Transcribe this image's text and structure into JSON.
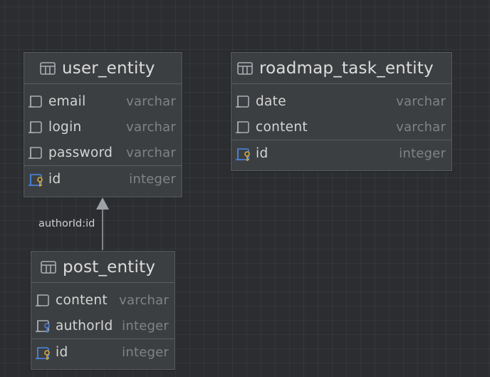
{
  "entities": {
    "user_entity": {
      "title": "user_entity",
      "columns": [
        {
          "name": "email",
          "type": "varchar"
        },
        {
          "name": "login",
          "type": "varchar"
        },
        {
          "name": "password",
          "type": "varchar"
        }
      ],
      "pk": {
        "name": "id",
        "type": "integer"
      }
    },
    "roadmap_task_entity": {
      "title": "roadmap_task_entity",
      "columns": [
        {
          "name": "date",
          "type": "varchar"
        },
        {
          "name": "content",
          "type": "varchar"
        }
      ],
      "pk": {
        "name": "id",
        "type": "integer"
      }
    },
    "post_entity": {
      "title": "post_entity",
      "columns": [
        {
          "name": "content",
          "type": "varchar"
        },
        {
          "name": "authorId",
          "type": "integer"
        }
      ],
      "pk": {
        "name": "id",
        "type": "integer"
      }
    }
  },
  "relation": {
    "label": "authorId:id"
  },
  "colors": {
    "background": "#2b2d30",
    "entity_bg": "#3c3f41",
    "border": "#5a5d61",
    "icon_gray": "#a9adb3",
    "key_blue": "#4a7fd0",
    "key_gold": "#d6a93e",
    "arrow": "#9ea1a5"
  }
}
